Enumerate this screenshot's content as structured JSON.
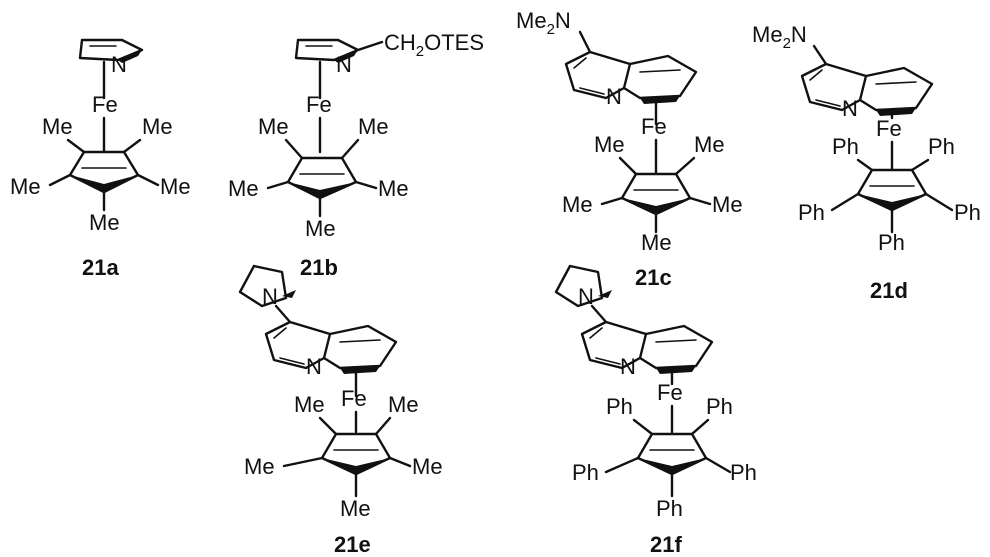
{
  "figure": {
    "compounds": [
      {
        "id": "21a",
        "caption": "21a",
        "metal": "Fe",
        "ring_labels": [
          "N"
        ],
        "substituents": [
          "Me",
          "Me",
          "Me",
          "Me",
          "Me"
        ]
      },
      {
        "id": "21b",
        "caption": "21b",
        "metal": "Fe",
        "ring_labels": [
          "N"
        ],
        "side_chain": {
          "ch": "CH",
          "sub": "2",
          "rest": "OTES"
        },
        "substituents": [
          "Me",
          "Me",
          "Me",
          "Me",
          "Me"
        ]
      },
      {
        "id": "21c",
        "caption": "21c",
        "metal": "Fe",
        "ring_labels": [
          "N"
        ],
        "amine": {
          "me": "Me",
          "sub": "2",
          "n": "N"
        },
        "substituents": [
          "Me",
          "Me",
          "Me",
          "Me",
          "Me"
        ]
      },
      {
        "id": "21d",
        "caption": "21d",
        "metal": "Fe",
        "ring_labels": [
          "N"
        ],
        "amine": {
          "me": "Me",
          "sub": "2",
          "n": "N"
        },
        "substituents": [
          "Ph",
          "Ph",
          "Ph",
          "Ph",
          "Ph"
        ]
      },
      {
        "id": "21e",
        "caption": "21e",
        "metal": "Fe",
        "ring_labels": [
          "N",
          "N"
        ],
        "substituents": [
          "Me",
          "Me",
          "Me",
          "Me",
          "Me"
        ]
      },
      {
        "id": "21f",
        "caption": "21f",
        "metal": "Fe",
        "ring_labels": [
          "N",
          "N"
        ],
        "substituents": [
          "Ph",
          "Ph",
          "Ph",
          "Ph",
          "Ph"
        ]
      }
    ]
  }
}
